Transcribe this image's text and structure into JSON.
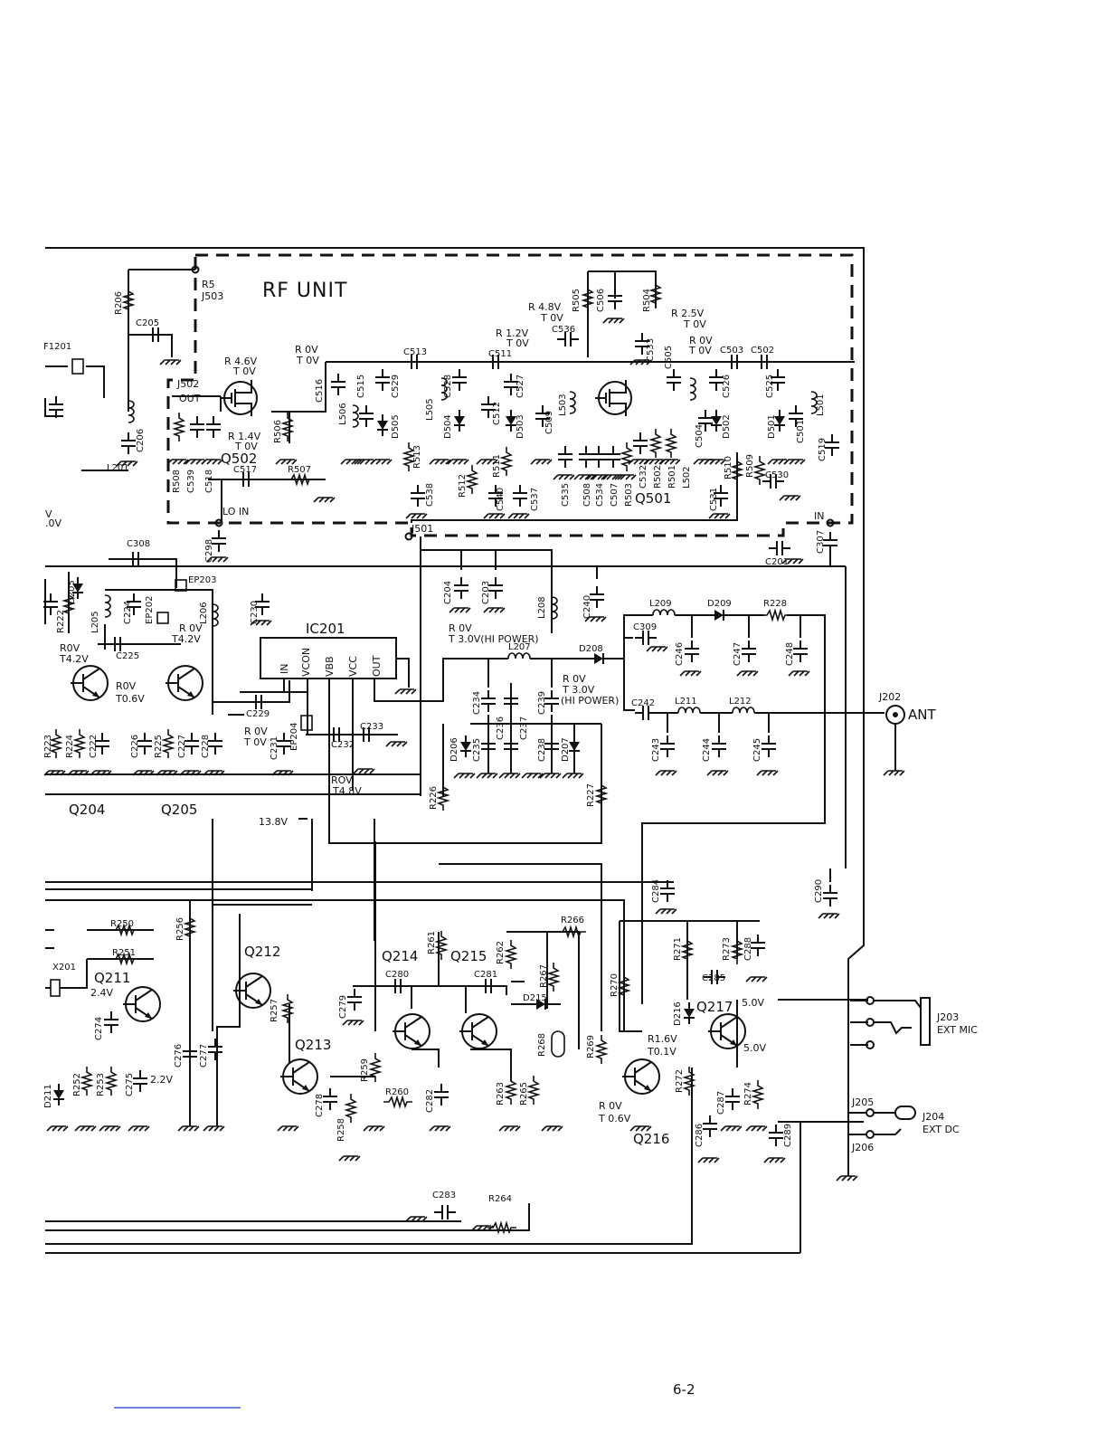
{
  "page": {
    "number": "6-2"
  },
  "rf_unit": {
    "title": "RF UNIT",
    "connectors": {
      "j503": "J503",
      "j502": "J502",
      "j501": "J501",
      "r5": "R5",
      "out": "OUT",
      "lo_in": "LO IN",
      "in": "IN"
    },
    "q502": {
      "label": "Q502",
      "v1": "R 4.6V",
      "v2": "T 0V",
      "v3": "R 1.4V",
      "v4": "T 0V",
      "v5": "R 0V",
      "v6": "T 0V"
    },
    "q501": {
      "label": "Q501",
      "v1": "R 4.8V",
      "v2": "T 0V",
      "v3": "R 1.2V",
      "v4": "T 0V",
      "v5": "R 2.5V",
      "v6": "T 0V",
      "v7": "R 0V",
      "v8": "T 0V"
    },
    "parts_top": [
      "C513",
      "C511",
      "C503",
      "C502",
      "C536",
      "C506",
      "R505",
      "R504",
      "C533",
      "C505"
    ],
    "parts_row": [
      "C516",
      "L506",
      "C515",
      "C529",
      "D505",
      "L505",
      "C528",
      "D504",
      "C512",
      "C527",
      "D503",
      "C509",
      "L503",
      "C526",
      "D502",
      "C504",
      "C525",
      "D501",
      "C501",
      "L501",
      "C519"
    ],
    "parts_bottom": [
      "R508",
      "C539",
      "C518",
      "C517",
      "R507",
      "R513",
      "C538",
      "R512",
      "R511",
      "C540",
      "C537",
      "C535",
      "C508",
      "C534",
      "C507",
      "R503",
      "C532",
      "R502",
      "R501",
      "L502",
      "C531",
      "R510",
      "R509",
      "C530",
      "R506"
    ]
  },
  "left_section": {
    "parts": [
      "R206",
      "C205",
      "F1201",
      "C206",
      "L201",
      "C298",
      "C308",
      "EP203",
      "EP202",
      "R222",
      "D205",
      "L205",
      "C224",
      "C225",
      "L206",
      "C230",
      "C226",
      "R225",
      "C227",
      "C228",
      "R224",
      "C222",
      "R223",
      "C229",
      "C231",
      "EP204",
      "C232",
      "C233"
    ],
    "q204": {
      "label": "Q204",
      "v1": "R0V",
      "v2": "T4.2V",
      "v3": "R0V",
      "v4": "T0.6V"
    },
    "q205": {
      "label": "Q205",
      "v1": "R 0V",
      "v2": "T4.2V",
      "v3": "R 0V",
      "v4": "T 0V"
    },
    "edge_volt": ".0V",
    "edge_v": "V"
  },
  "ic201": {
    "title": "IC201",
    "pins": [
      "IN",
      "VCON",
      "VBB",
      "VCC",
      "OUT"
    ],
    "rov": "ROV",
    "t48": "T4.8V",
    "supply": "13.8V"
  },
  "tx_section": {
    "parts": [
      "C204",
      "C203",
      "L208",
      "C240",
      "C201",
      "C307",
      "L209",
      "D209",
      "R228",
      "C309",
      "C246",
      "C247",
      "C248",
      "L207",
      "D208",
      "C242",
      "L211",
      "L212",
      "C243",
      "C244",
      "C245",
      "C234",
      "C236",
      "C237",
      "C239",
      "D206",
      "C235",
      "C238",
      "D207",
      "R226",
      "R227",
      "C290",
      "C284"
    ],
    "v_left": {
      "r": "R 0V",
      "t": "T 3.0V(HI POWER)"
    },
    "v_right": {
      "r": "R 0V",
      "t": "T 3.0V",
      "t2": "(HI POWER)"
    },
    "ant_jack": "J202",
    "ant": "ANT"
  },
  "audio_section": {
    "parts": [
      "R250",
      "R251",
      "X201",
      "R256",
      "R257",
      "R252",
      "R253",
      "C274",
      "C275",
      "C276",
      "C277",
      "D211",
      "C278",
      "R258",
      "R259",
      "R260",
      "C282",
      "C279",
      "C280",
      "C281",
      "R261",
      "R262",
      "R263",
      "R265",
      "R266",
      "R267",
      "D215",
      "R268",
      "C283",
      "R264",
      "R270",
      "R269",
      "R271",
      "R273",
      "C288",
      "C285",
      "D216",
      "R272",
      "C287",
      "R274",
      "C286",
      "C289"
    ],
    "q211": {
      "label": "Q211",
      "v1": "2.4V",
      "v2": "2.2V"
    },
    "q212": "Q212",
    "q213": "Q213",
    "q214": "Q214",
    "q215": "Q215",
    "q216": {
      "label": "Q216",
      "v1": "R1.6V",
      "v2": "T0.1V",
      "v3": "R 0V",
      "v4": "T 0.6V"
    },
    "q217": {
      "label": "Q217",
      "v1": "5.0V",
      "v2": "5.0V"
    }
  },
  "jacks": {
    "j203": "J203",
    "ext_mic": "EXT MIC",
    "j205": "J205",
    "j204": "J204",
    "ext_dc": "EXT DC",
    "j206": "J206"
  }
}
